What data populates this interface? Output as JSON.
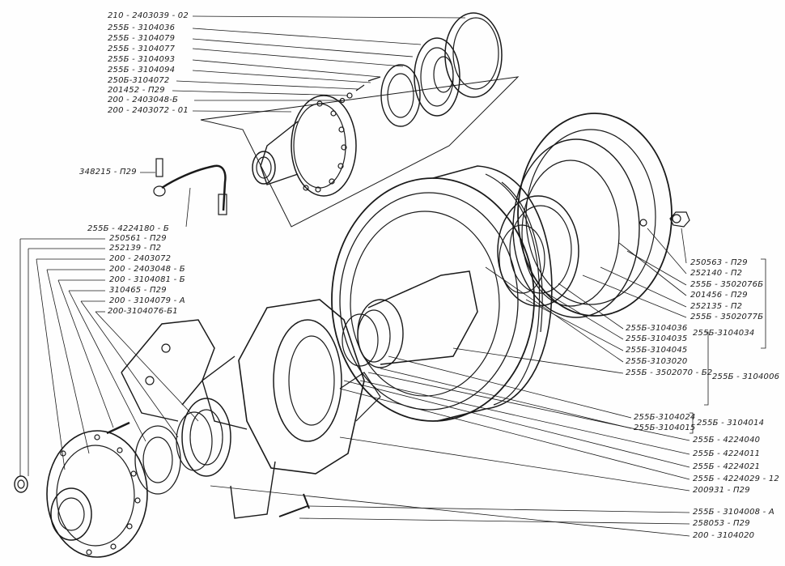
{
  "labels": {
    "l01": "210 - 2403039 - 02",
    "l02": "255Б - 3104036",
    "l03": "255Б - 3104079",
    "l04": "255Б - 3104077",
    "l05": "255Б - 3104093",
    "l06": "255Б - 3104094",
    "l07": "250Б-3104072",
    "l08": "201452 - П29",
    "l09": "200 - 2403048-Б",
    "l10": "200 - 2403072 - 01",
    "l11": "348215 - П29",
    "l12": "255Б - 4224180 - Б",
    "l13": "250561 - П29",
    "l14": "252139 - П2",
    "l15": "200 - 2403072",
    "l16": "200 - 2403048 - Б",
    "l17": "200 - 3104081 - Б",
    "l18": "310465 - П29",
    "l19": "200 - 3104079 - А",
    "l20": "200-3104076-Б1",
    "r01": "250563 - П29",
    "r02": "252140 - П2",
    "r03": "255Б - 3502076Б",
    "r04": "201456 - П29",
    "r05": "252135 - П2",
    "r06": "255Б - 3502077Б",
    "r07": "255Б-3104036",
    "r08": "255Б-3104035",
    "r09": "255Б-3104034",
    "r10": "255Б-3104045",
    "r11": "255Б-3103020",
    "r12": "255Б - 3502070 - Б2",
    "r13": "255Б - 3104006",
    "r14": "255Б-3104024",
    "r15": "255Б - 3104014",
    "r16": "255Б-3104015",
    "r17": "255Б - 4224040",
    "r18": "255Б - 4224011",
    "r19": "255Б - 4224021",
    "r20": "255Б - 4224029 - 12",
    "r21": "200931 - П29",
    "r22": "255Б - 3104008 - А",
    "r23": "258053 - П29",
    "r24": "200 - 3104020"
  }
}
